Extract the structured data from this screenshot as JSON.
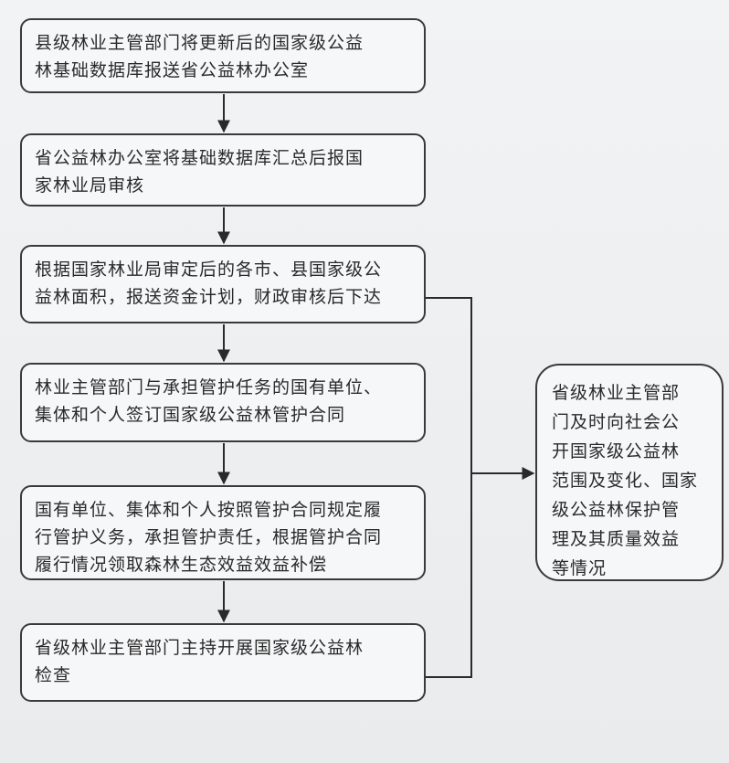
{
  "flow": {
    "steps": [
      {
        "lines": [
          "县级林业主管部门将更新后的国家级公益",
          "林基础数据库报送省公益林办公室"
        ]
      },
      {
        "lines": [
          "省公益林办公室将基础数据库汇总后报国",
          "家林业局审核"
        ]
      },
      {
        "lines": [
          "根据国家林业局审定后的各市、县国家级公",
          "益林面积，报送资金计划，财政审核后下达"
        ]
      },
      {
        "lines": [
          "林业主管部门与承担管护任务的国有单位、",
          "集体和个人签订国家级公益林管护合同"
        ]
      },
      {
        "lines": [
          "国有单位、集体和个人按照管护合同规定履",
          "行管护义务，承担管护责任，根据管护合同",
          "履行情况领取森林生态效益效益补偿"
        ]
      },
      {
        "lines": [
          "省级林业主管部门主持开展国家级公益林",
          "检查"
        ]
      }
    ],
    "side": {
      "lines": [
        "省级林业主管部",
        "门及时向社会公",
        "开国家级公益林",
        "范围及变化、国家",
        "级公益林保护管",
        "理及其质量效益",
        "等情况"
      ]
    }
  }
}
